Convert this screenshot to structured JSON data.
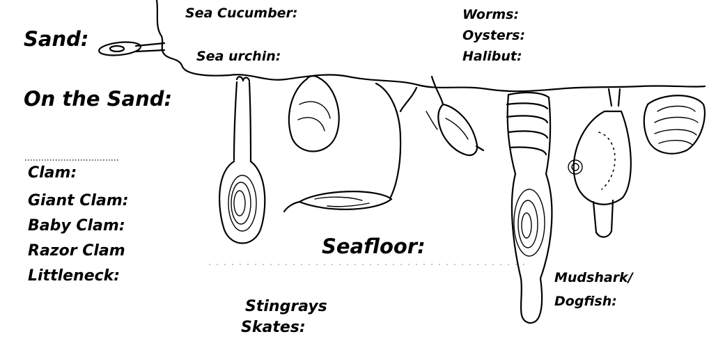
{
  "labels": {
    "sand": "Sand:",
    "on_the_sand": "On the Sand:",
    "seafloor": "Seafloor:",
    "sea_cucumber": "Sea Cucumber:",
    "sea_urchin": "Sea urchin:",
    "worms": "Worms:",
    "oysters": "Oysters:",
    "halibut": "Halibut:",
    "clam": "Clam:",
    "giant_clam": "Giant Clam:",
    "baby_clam": "Baby Clam:",
    "razor_clam": "Razor Clam",
    "littleneck": "Littleneck:",
    "stingrays": "Stingrays",
    "skates": "Skates:",
    "mudshark": "Mudshark/",
    "dogfish": "Dogfish:"
  }
}
